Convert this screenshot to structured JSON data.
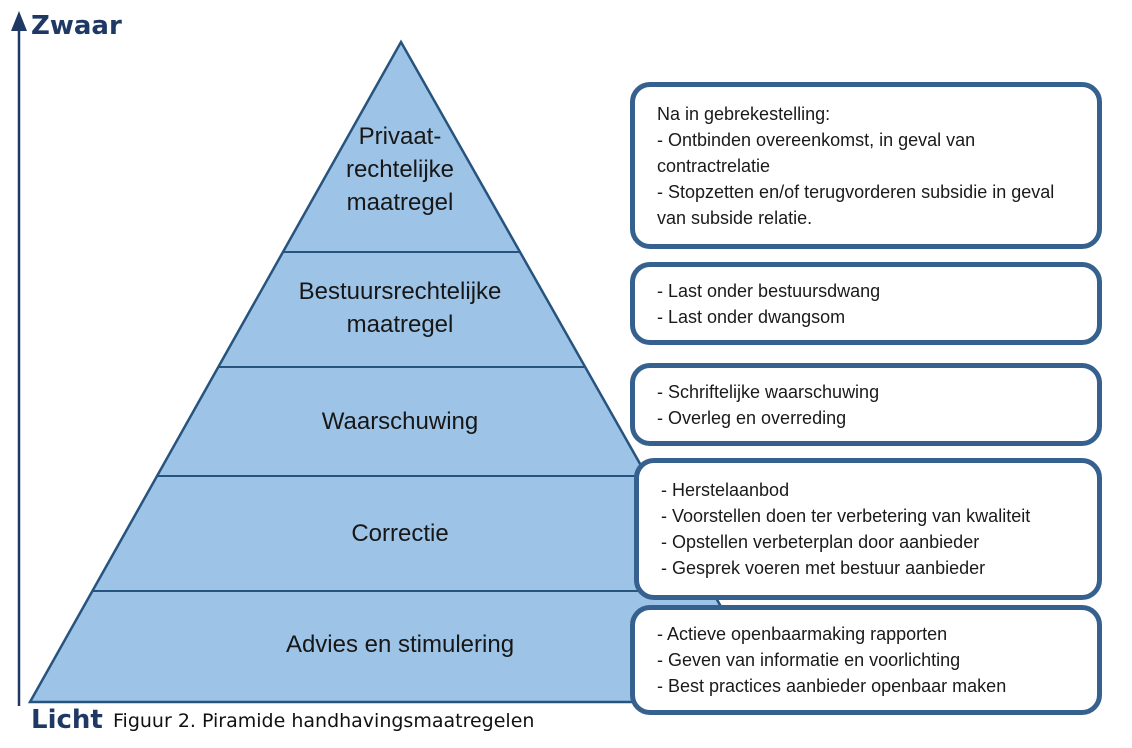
{
  "colors": {
    "pyramid_fill": "#9DC3E6",
    "pyramid_border": "#27547F",
    "callout_border": "#36618F",
    "axis_navy": "#1F3864"
  },
  "axis": {
    "top_label": "Zwaar",
    "bottom_label": "Licht"
  },
  "caption": "Figuur 2. Piramide handhavingsmaatregelen",
  "pyramid": {
    "levels": [
      {
        "label": "Privaat-\nrechtelijke\nmaatregel"
      },
      {
        "label": "Bestuursrechtelijke\nmaatregel"
      },
      {
        "label": "Waarschuwing"
      },
      {
        "label": "Correctie"
      },
      {
        "label": "Advies en stimulering"
      }
    ]
  },
  "callouts": [
    {
      "items": [
        "Na in gebrekestelling:",
        "- Ontbinden overeenkomst, in geval van contractrelatie",
        "- Stopzetten en/of terugvorderen subsidie in geval van subside relatie."
      ]
    },
    {
      "items": [
        "- Last onder bestuursdwang",
        "- Last onder dwangsom"
      ]
    },
    {
      "items": [
        "- Schriftelijke waarschuwing",
        "- Overleg en overreding"
      ]
    },
    {
      "items": [
        "- Herstelaanbod",
        "- Voorstellen doen ter verbetering van kwaliteit",
        "- Opstellen verbeterplan door aanbieder",
        "- Gesprek voeren met bestuur aanbieder"
      ]
    },
    {
      "items": [
        "- Actieve openbaarmaking rapporten",
        "- Geven van informatie en voorlichting",
        "- Best practices aanbieder openbaar maken"
      ]
    }
  ]
}
